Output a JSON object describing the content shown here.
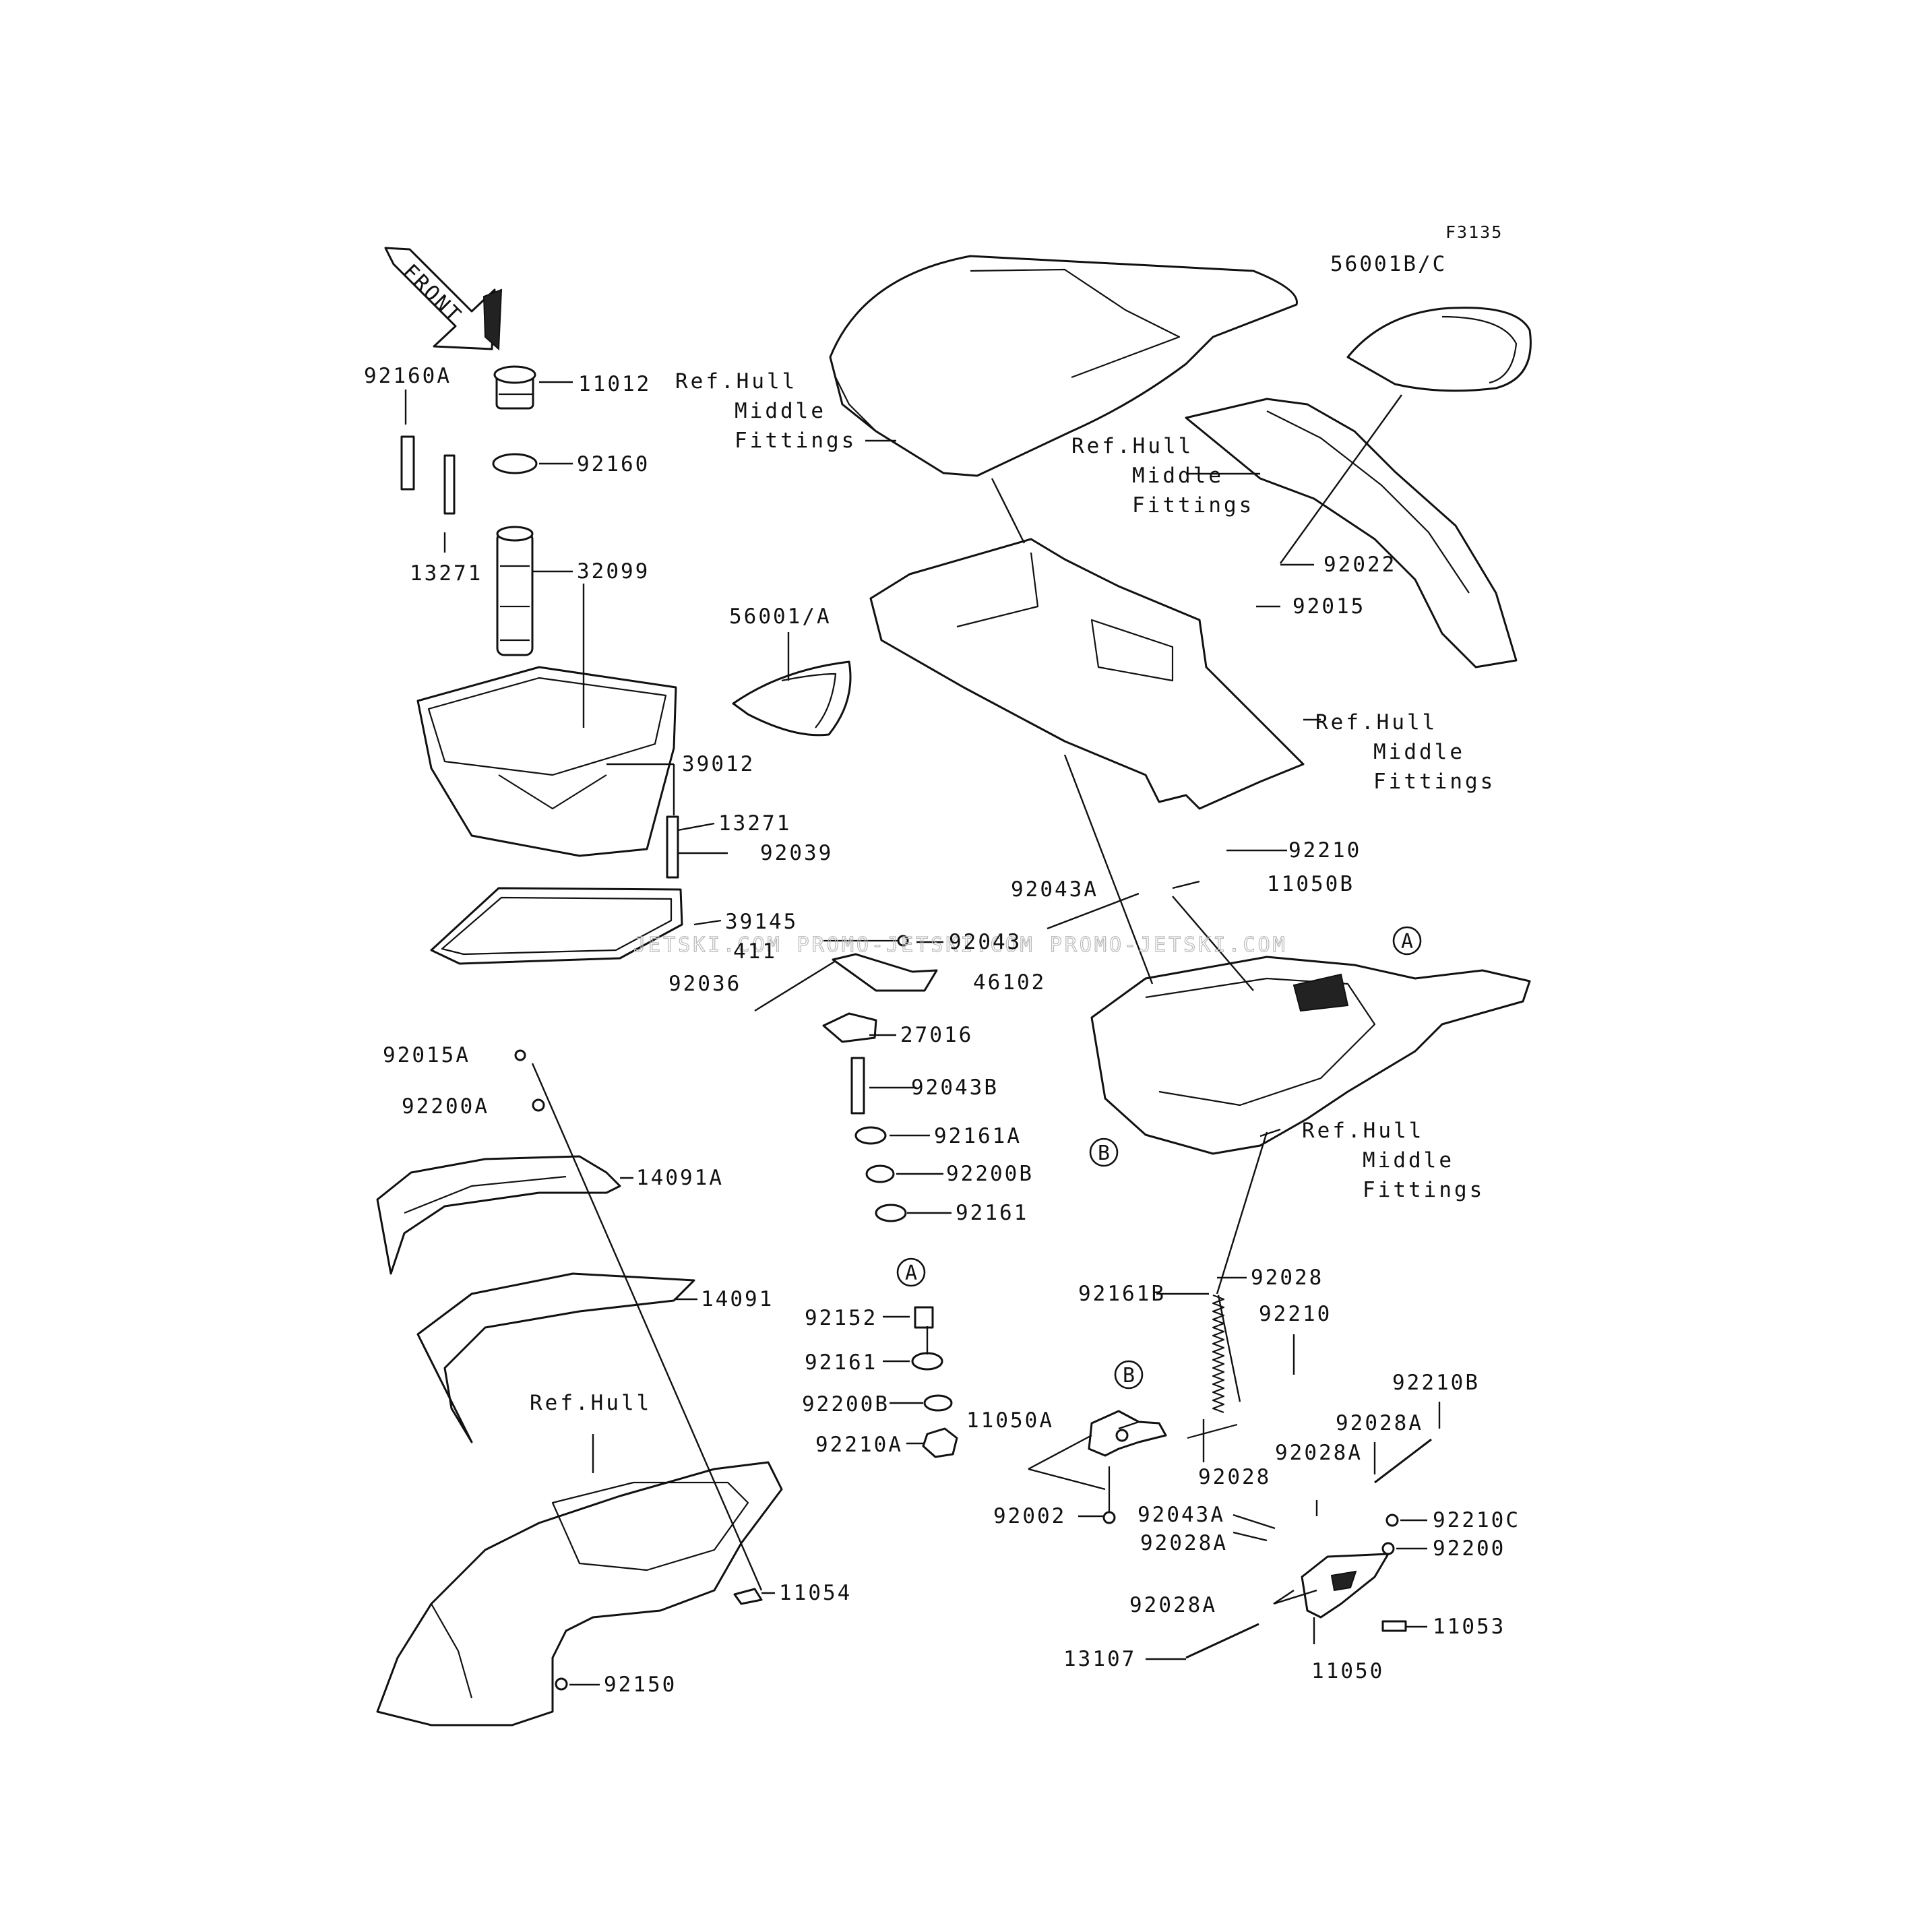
{
  "figure_code": "F3135",
  "front_arrow": "FRONT",
  "watermark": "JETSKI.COM  PROMO-JETSKI.COM  PROMO-JETSKI.COM",
  "ref_label": {
    "line1": "Ref.Hull",
    "line2": "Middle",
    "line3": "Fittings"
  },
  "ref_hull_short": "Ref.Hull",
  "callout_a": "A",
  "callout_b": "B",
  "parts": [
    "92160A",
    "11012",
    "92160",
    "13271",
    "32099",
    "56001/A",
    "39012",
    "13271",
    "92039",
    "39145",
    "411",
    "92036",
    "92043",
    "46102",
    "27016",
    "92015A",
    "92200A",
    "92043B",
    "92161A",
    "92200B",
    "92161",
    "14091A",
    "14091",
    "92152",
    "92161",
    "92200B",
    "92210A",
    "11054",
    "92150",
    "56001B/C",
    "92022",
    "92015",
    "92210",
    "92043A",
    "11050B",
    "92028",
    "92161B",
    "92210",
    "11050A",
    "92002",
    "92028",
    "92043A",
    "92028A",
    "92028A",
    "92210B",
    "92028A",
    "92210C",
    "92200",
    "92028A",
    "11053",
    "13107",
    "11050"
  ]
}
